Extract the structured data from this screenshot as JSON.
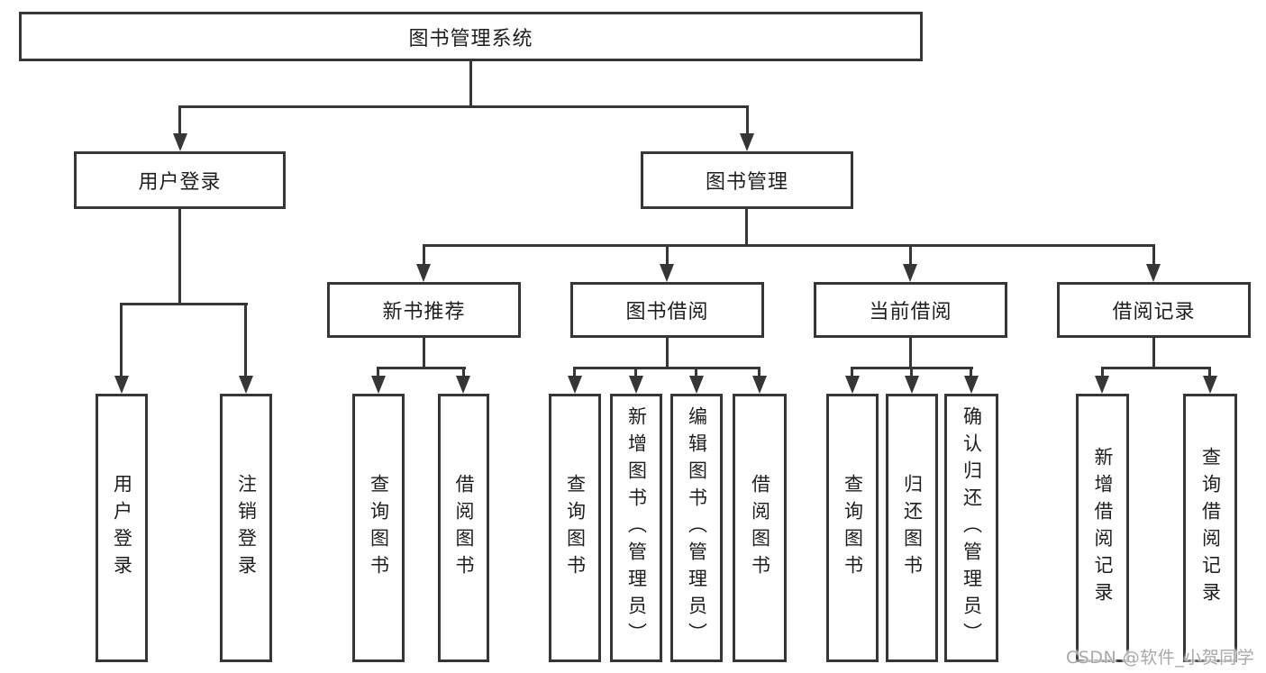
{
  "title": "图书管理系统",
  "nodes": {
    "root": "图书管理系统",
    "user_login": "用户登录",
    "book_mgmt": "图书管理",
    "new_book_rec": "新书推荐",
    "book_borrow": "图书借阅",
    "current_borrow": "当前借阅",
    "borrow_records": "借阅记录",
    "ul_user_login": "用户登录",
    "ul_logout": "注销登录",
    "nb_query": "查询图书",
    "nb_borrow": "借阅图书",
    "bb_query": "查询图书",
    "bb_add": "新增图书（管理员）",
    "bb_edit": "编辑图书（管理员）",
    "bb_borrow": "借阅图书",
    "cb_query": "查询图书",
    "cb_return": "归还图书",
    "cb_confirm": "确认归还（管理员）",
    "br_add": "新增借阅记录",
    "br_query": "查询借阅记录"
  },
  "watermark": "CSDN @软件_小贺同学",
  "colors": {
    "line": "#363636",
    "text": "#1e1e1e",
    "background": "#ffffff",
    "watermark": "#a8a8a8"
  }
}
